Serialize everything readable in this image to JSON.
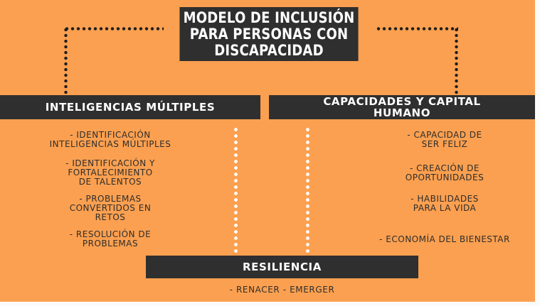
{
  "title": "MODELO DE INCLUSIÓN\nPARA PERSONAS CON\nDISCAPACIDAD",
  "left": {
    "heading": "INTELIGENCIAS MÚLTIPLES",
    "items": [
      "- IDENTIFICACIÓN\nINTELIGENCIAS MÚLTIPLES",
      "- IDENTIFICACIÓN Y\nFORTALECIMIENTO\nDE TALENTOS",
      "- PROBLEMAS\nCONVERTIDOS EN\nRETOS",
      "- RESOLUCIÓN DE\nPROBLEMAS"
    ]
  },
  "right": {
    "heading": "CAPACIDADES Y CAPITAL\nHUMANO",
    "items": [
      "- CAPACIDAD DE\nSER FELIZ",
      "- CREACIÓN DE\nOPORTUNIDADES",
      "- HABILIDADES\nPARA LA VIDA",
      "- ECONOMÍA DEL BIENESTAR"
    ]
  },
  "bottom": {
    "heading": "RESILIENCIA",
    "text": "- RENACER - EMERGER"
  },
  "colors": {
    "background": "#fba050",
    "box": "#2f2f2f",
    "box_text": "#ffffff",
    "item_text": "#2d2d2d"
  }
}
